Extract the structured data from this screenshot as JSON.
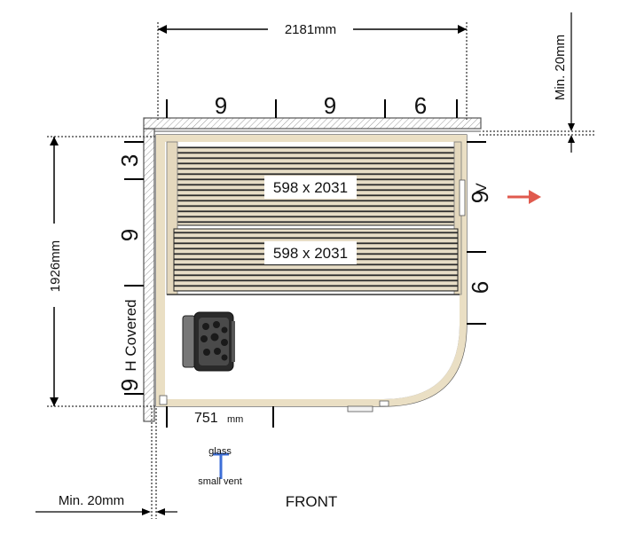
{
  "dimensions": {
    "width": "2181mm",
    "depth": "1926mm",
    "clearance_top": "Min. 20mm",
    "clearance_left": "Min. 20mm"
  },
  "top_wall_segments": [
    "9",
    "9",
    "6"
  ],
  "left_wall_segments": [
    "3",
    "9",
    "9"
  ],
  "left_wall_covered_suffix": "H Covered",
  "right_wall_segments": [
    "9",
    "6"
  ],
  "right_wall_vent_suffix": "V",
  "benches": [
    {
      "label": "598 x 2031"
    },
    {
      "label": "598 x 2031"
    }
  ],
  "door_width": {
    "value": "751",
    "unit": "mm"
  },
  "vent": {
    "top_label": "glass",
    "bottom_label": "small vent"
  },
  "front_label": "FRONT",
  "colors": {
    "wood": "#eadfc4",
    "wall_outline": "#555555",
    "arrow_red": "#e05a4e",
    "arrow_blue": "#3d6fd8"
  },
  "icons": {
    "heater": "sauna-stove-icon",
    "direction": "arrow-right-icon",
    "vent": "arrow-up-icon"
  }
}
